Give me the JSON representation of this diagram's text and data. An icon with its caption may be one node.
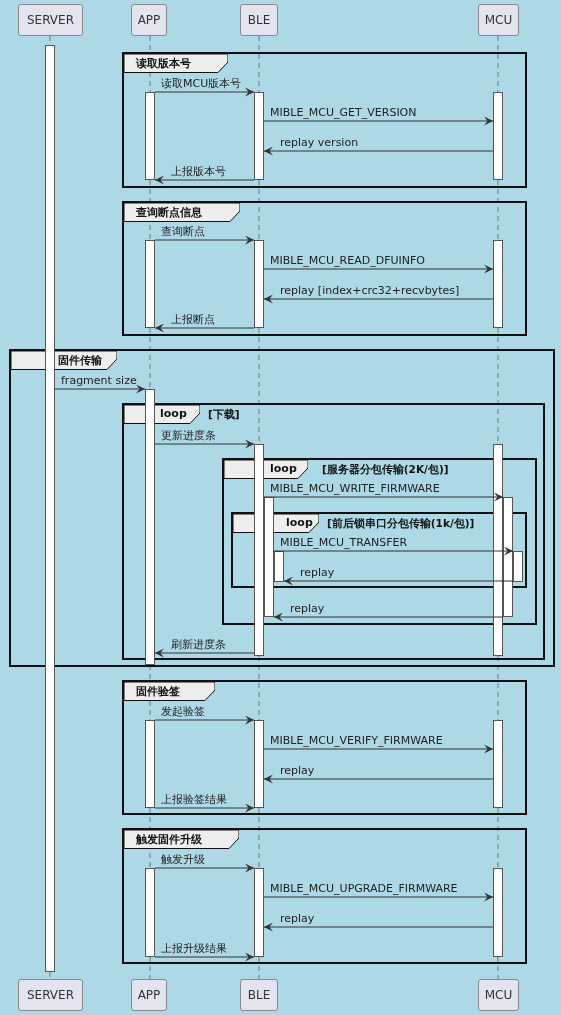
{
  "diagram": {
    "nodes": [
      {
        "text": [
          "SERVER"
        ]
      },
      {
        "text": [
          "APP"
        ]
      },
      {
        "text": [
          "BLE"
        ]
      },
      {
        "text": [
          "MCU"
        ]
      },
      {
        "text": [],
        "shape": "bar"
      },
      {
        "text": [
          "读取版本号"
        ]
      },
      {
        "text": [],
        "shape": "bar",
        "in": 5
      },
      {
        "text": [],
        "shape": "bar",
        "in": 5
      },
      {
        "text": [],
        "shape": "bar",
        "in": 5
      },
      {
        "text": [
          "查询断点信息"
        ]
      },
      {
        "text": [],
        "shape": "bar",
        "in": 9
      },
      {
        "text": [],
        "shape": "bar",
        "in": 9
      },
      {
        "text": [],
        "shape": "bar",
        "in": 9
      },
      {
        "text": [
          "固件传输"
        ]
      },
      {
        "text": [],
        "shape": "bar",
        "in": 13
      },
      {
        "text": [
          "loop",
          "[下载]"
        ],
        "in": 13
      },
      {
        "text": [],
        "shape": "bar",
        "in": 15
      },
      {
        "text": [],
        "shape": "bar",
        "in": 15
      },
      {
        "text": [
          "loop",
          "[服务器分包传输(2K/包)]"
        ],
        "in": 15
      },
      {
        "text": [],
        "shape": "bar",
        "in": 18
      },
      {
        "text": [],
        "shape": "bar",
        "in": 18
      },
      {
        "text": [
          "loop",
          "[前后锁串口分包传输(1k/包)]"
        ],
        "in": 18
      },
      {
        "text": [],
        "shape": "bar",
        "in": 21
      },
      {
        "text": [],
        "shape": "bar",
        "in": 21
      },
      {
        "text": [
          "固件验签"
        ]
      },
      {
        "text": [],
        "shape": "bar",
        "in": 24
      },
      {
        "text": [],
        "shape": "bar",
        "in": 24
      },
      {
        "text": [],
        "shape": "bar",
        "in": 24
      },
      {
        "text": [
          "触发固件升级"
        ]
      },
      {
        "text": [],
        "shape": "bar",
        "in": 28
      },
      {
        "text": [],
        "shape": "bar",
        "in": 28
      },
      {
        "text": [],
        "shape": "bar",
        "in": 28
      },
      {
        "text": [
          "SERVER"
        ]
      },
      {
        "text": [
          "APP"
        ]
      },
      {
        "text": [
          "BLE"
        ]
      },
      {
        "text": [
          "MCU"
        ]
      }
    ],
    "edges": [
      {
        "from": 6,
        "to": 7,
        "arrow": "to",
        "label": "读取MCU版本号"
      },
      {
        "from": 7,
        "to": 8,
        "arrow": "to",
        "label": "MIBLE_MCU_GET_VERSION"
      },
      {
        "from": 8,
        "to": 7,
        "arrow": "to",
        "label": "replay version"
      },
      {
        "from": 7,
        "to": 6,
        "arrow": "to",
        "label": "上报版本号"
      },
      {
        "from": 10,
        "to": 11,
        "arrow": "to",
        "label": "查询断点"
      },
      {
        "from": 11,
        "to": 12,
        "arrow": "to",
        "label": "MIBLE_MCU_READ_DFUINFO"
      },
      {
        "from": 12,
        "to": 11,
        "arrow": "to",
        "label": "replay [index+crc32+recvbytes]"
      },
      {
        "from": 11,
        "to": 10,
        "arrow": "to",
        "label": "上报断点"
      },
      {
        "from": 4,
        "to": 14,
        "arrow": "to",
        "label": "fragment size"
      },
      {
        "from": 14,
        "to": 16,
        "arrow": "to",
        "label": "更新进度条"
      },
      {
        "from": 16,
        "to": 20,
        "arrow": "to",
        "label": "MIBLE_MCU_WRITE_FIRMWARE"
      },
      {
        "from": 19,
        "to": 23,
        "arrow": "to",
        "label": "MIBLE_MCU_TRANSFER"
      },
      {
        "from": 23,
        "to": 22,
        "arrow": "to",
        "label": "replay"
      },
      {
        "from": 20,
        "to": 19,
        "arrow": "to",
        "label": "replay"
      },
      {
        "from": 16,
        "to": 14,
        "arrow": "to",
        "label": "刷新进度条"
      },
      {
        "from": 25,
        "to": 26,
        "arrow": "to",
        "label": "发起验签"
      },
      {
        "from": 26,
        "to": 27,
        "arrow": "to",
        "label": "MIBLE_MCU_VERIFY_FIRMWARE"
      },
      {
        "from": 27,
        "to": 26,
        "arrow": "to",
        "label": "replay"
      },
      {
        "from": 25,
        "to": 26,
        "arrow": "to",
        "label": "上报验签结果"
      },
      {
        "from": 29,
        "to": 30,
        "arrow": "to",
        "label": "触发升级"
      },
      {
        "from": 30,
        "to": 31,
        "arrow": "to",
        "label": "MIBLE_MCU_UPGRADE_FIRMWARE"
      },
      {
        "from": 31,
        "to": 30,
        "arrow": "to",
        "label": "replay"
      },
      {
        "from": 29,
        "to": 30,
        "arrow": "to",
        "label": "上报升级结果"
      },
      {
        "from": 0,
        "to": 4,
        "arrow": "none",
        "style": "dashed"
      },
      {
        "from": 4,
        "to": 32,
        "arrow": "none",
        "style": "dashed"
      },
      {
        "from": 1,
        "to": 6,
        "arrow": "none",
        "style": "dashed"
      },
      {
        "from": 6,
        "to": 10,
        "arrow": "none",
        "style": "dashed"
      },
      {
        "from": 10,
        "to": 14,
        "arrow": "none",
        "style": "dashed"
      },
      {
        "from": 14,
        "to": 25,
        "arrow": "none",
        "style": "dashed"
      },
      {
        "from": 25,
        "to": 29,
        "arrow": "none",
        "style": "dashed"
      },
      {
        "from": 29,
        "to": 33,
        "arrow": "none",
        "style": "dashed"
      },
      {
        "from": 2,
        "to": 7,
        "arrow": "none",
        "style": "dashed"
      },
      {
        "from": 7,
        "to": 11,
        "arrow": "none",
        "style": "dashed"
      },
      {
        "from": 11,
        "to": 16,
        "arrow": "none",
        "style": "dashed"
      },
      {
        "from": 16,
        "to": 26,
        "arrow": "none",
        "style": "dashed"
      },
      {
        "from": 26,
        "to": 30,
        "arrow": "none",
        "style": "dashed"
      },
      {
        "from": 30,
        "to": 34,
        "arrow": "none",
        "style": "dashed"
      },
      {
        "from": 3,
        "to": 8,
        "arrow": "none",
        "style": "dashed"
      },
      {
        "from": 8,
        "to": 12,
        "arrow": "none",
        "style": "dashed"
      },
      {
        "from": 12,
        "to": 17,
        "arrow": "none",
        "style": "dashed"
      },
      {
        "from": 17,
        "to": 27,
        "arrow": "none",
        "style": "dashed"
      },
      {
        "from": 27,
        "to": 31,
        "arrow": "none",
        "style": "dashed"
      },
      {
        "from": 31,
        "to": 35,
        "arrow": "none",
        "style": "dashed"
      }
    ]
  }
}
